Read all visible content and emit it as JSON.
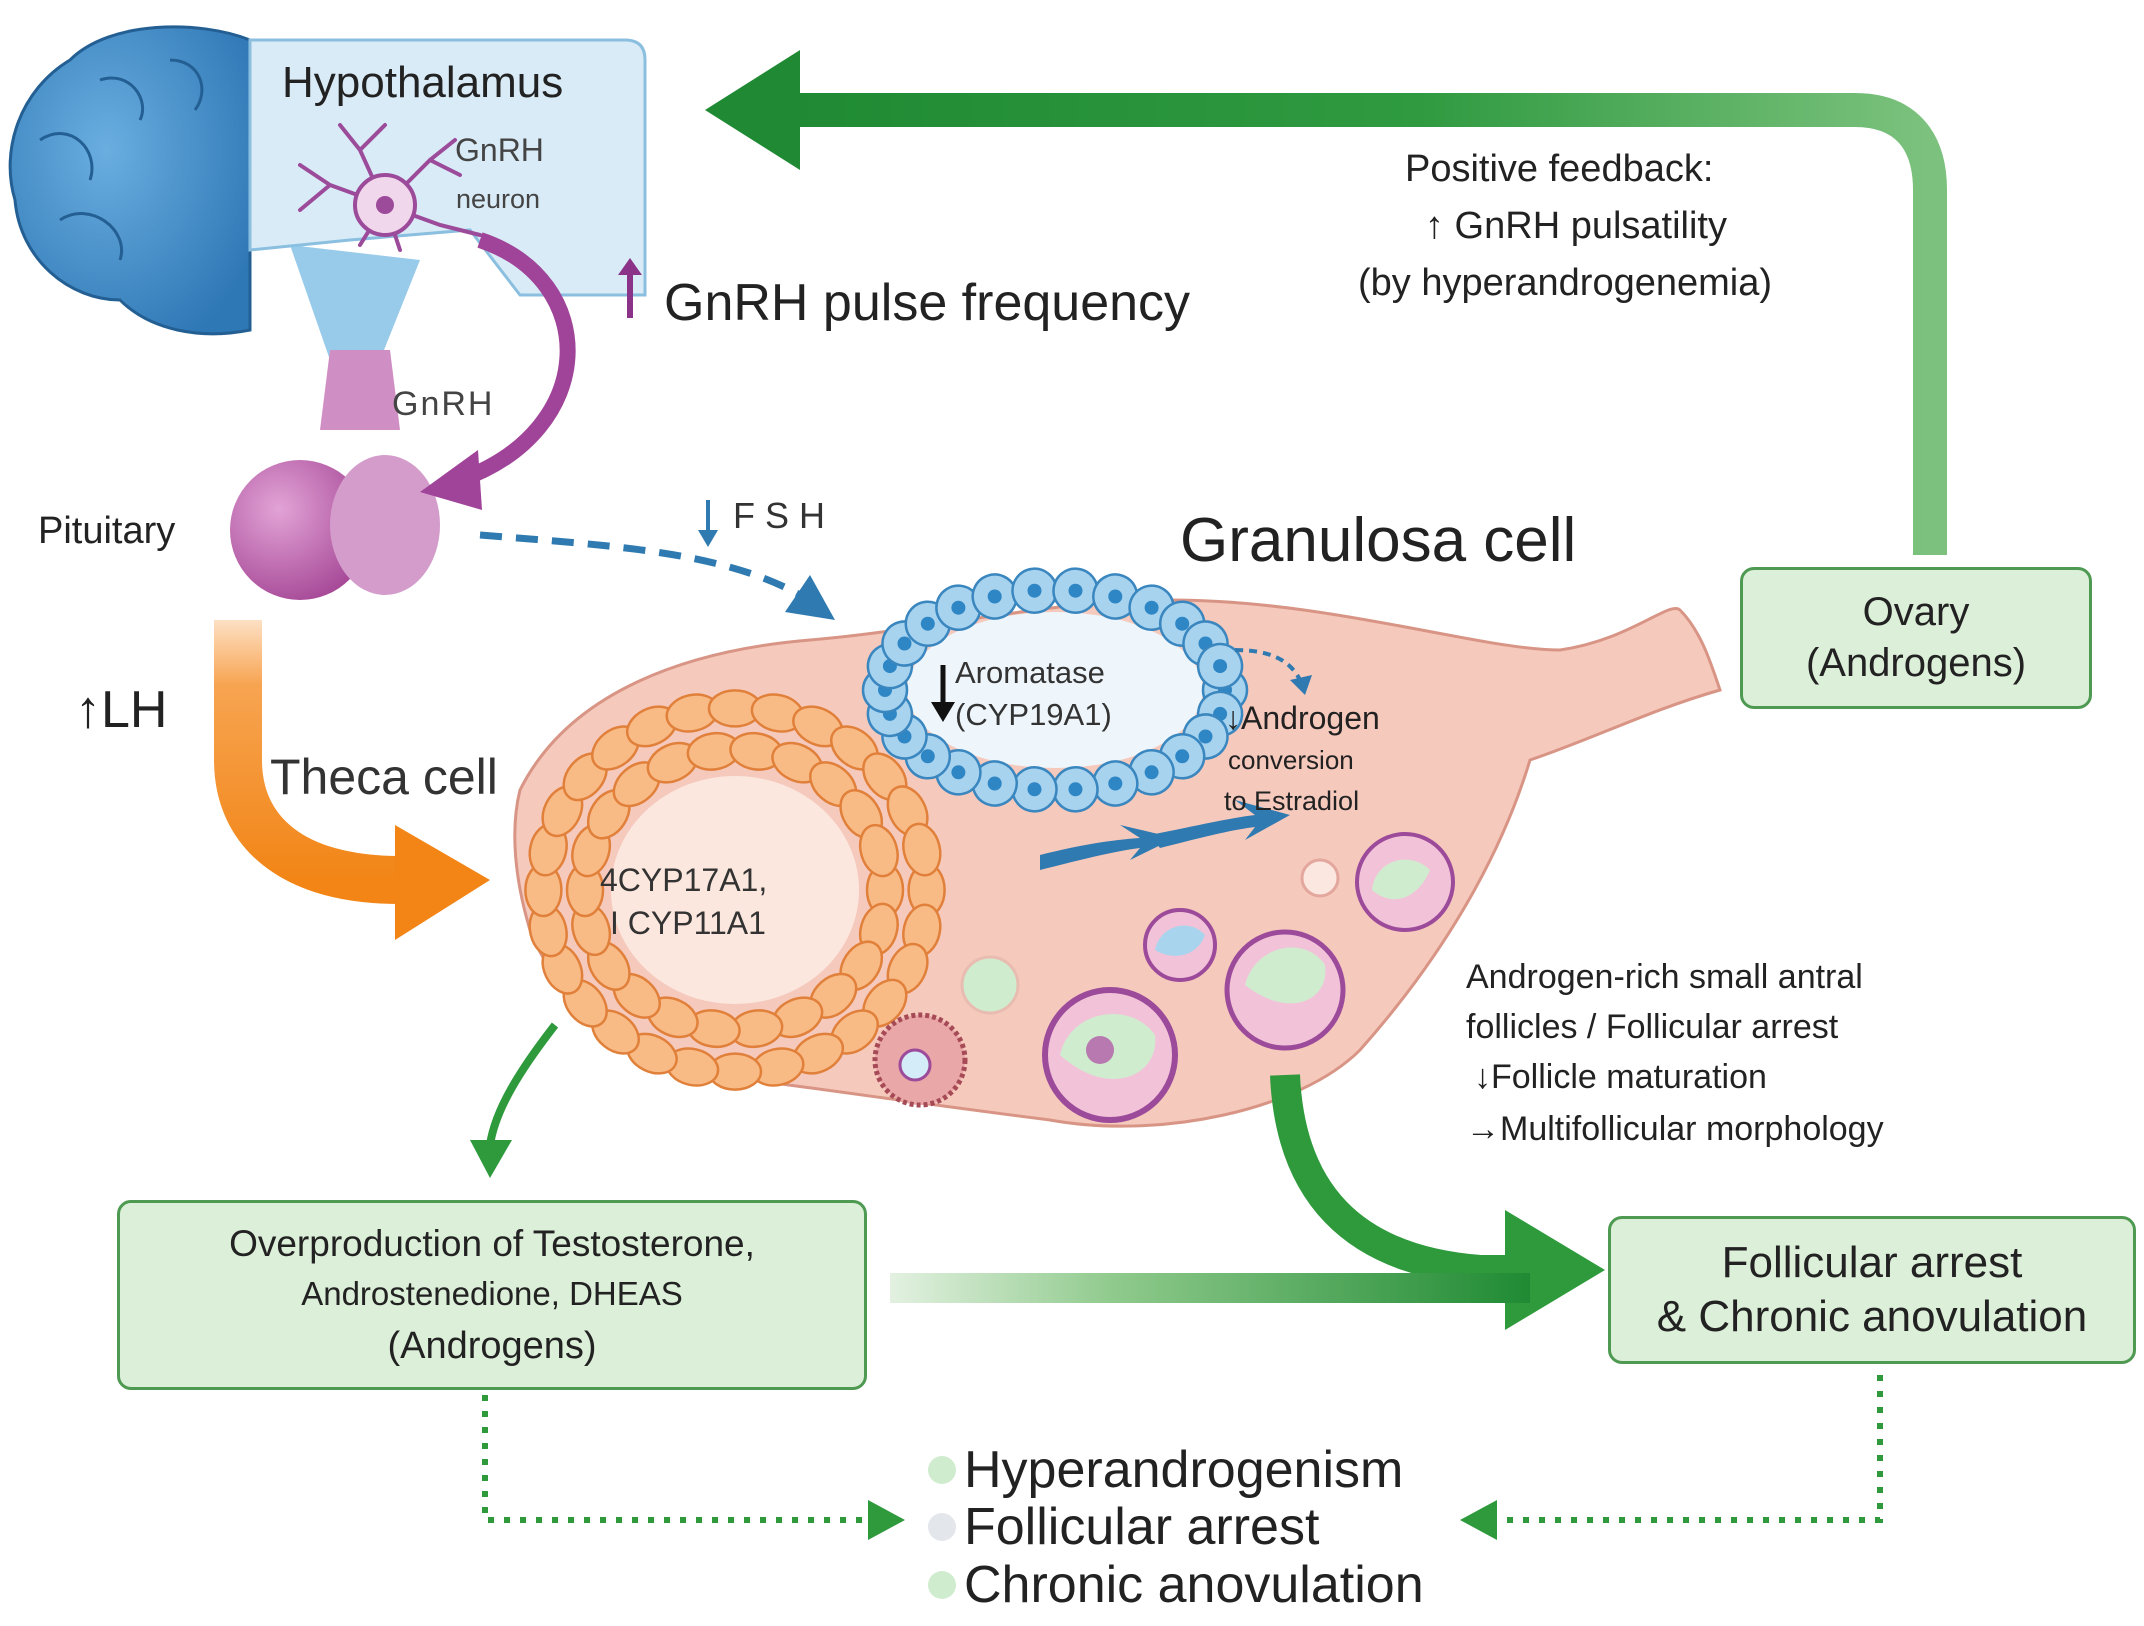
{
  "hypothalamus": {
    "title": "Hypothalamus",
    "neuron_line1": "GnRH",
    "neuron_line2": "neuron"
  },
  "gnrh_arrow_label": "GnRH",
  "pulse_frequency": {
    "arrow": "↑",
    "text": "GnRH pulse frequency"
  },
  "pituitary_label": "Pituitary",
  "fsh": {
    "arrow": "↓",
    "text": "F S H"
  },
  "lh_label": "↑LH",
  "theca_label": "Theca cell",
  "granulosa_label": "Granulosa cell",
  "aromatase": {
    "arrow": "↓",
    "line1": "Aromatase",
    "line2": "(CYP19A1)"
  },
  "androgen_conversion": {
    "line1": "↓Androgen",
    "line2": "conversion",
    "line3": "to Estradiol"
  },
  "theca_enzymes": {
    "line1": "4CYP17A1,",
    "line2": "I CYP11A1"
  },
  "positive_feedback": {
    "line1": "Positive feedback:",
    "line2": "↑ GnRH pulsatility",
    "line3": "(by hyperandrogenemia)"
  },
  "ovary_box": {
    "line1": "Ovary",
    "line2": "(Androgens)"
  },
  "follicle_notes": {
    "line1": "Androgen-rich small antral",
    "line2": "follicles / Follicular arrest",
    "line3": "↓Follicle maturation",
    "line4": "→Multifollicular morphology"
  },
  "overproduction_box": {
    "line1": "Overproduction of Testosterone,",
    "line2": "Androstenedione, DHEAS",
    "line3": "(Androgens)"
  },
  "arrest_box": {
    "line1": "Follicular arrest",
    "line2": "& Chronic anovulation"
  },
  "outcomes": [
    "Hyperandrogenism",
    "Follicular arrest",
    "Chronic anovulation"
  ],
  "colors": {
    "brain": "#4a8fc8",
    "hypothalamus_box": "#d9ebf7",
    "neuron": "#9c4a9a",
    "pituitary": "#b45aa6",
    "gnrh_arrow": "#a0449a",
    "lh_arrow": "#f28c1c",
    "fsh_arrow": "#2f7ab0",
    "ovary": "#f6c9bd",
    "theca": "#f7b780",
    "granulosa": "#8cc3e6",
    "green_arrow": "#2e9a3c",
    "box_fill": "#dcefd8"
  }
}
